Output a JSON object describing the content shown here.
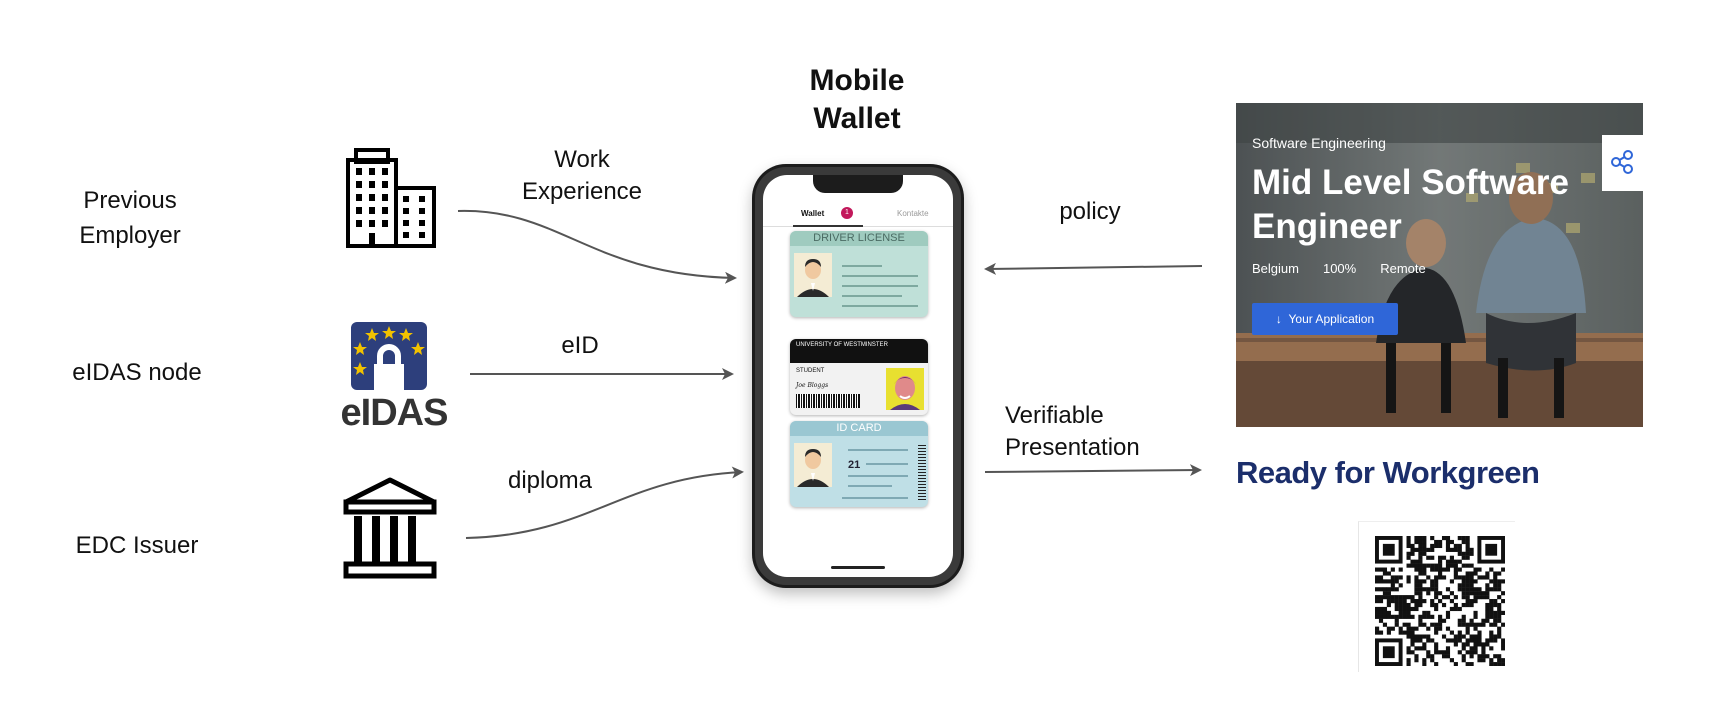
{
  "phone_title": "Mobile Wallet",
  "sources": {
    "previous_employer": "Previous Employer",
    "eidas_node": "eIDAS node",
    "edc_issuer": "EDC Issuer"
  },
  "logos": {
    "eidas_text": "eIDAS"
  },
  "flows": {
    "work_experience": "Work Experience",
    "eid": "eID",
    "diploma": "diploma",
    "policy": "policy",
    "verifiable_presentation": "Verifiable Presentation"
  },
  "wallet": {
    "tab_wallet": "Wallet",
    "badge_count": "1",
    "tab_contacts": "Kontakte",
    "cards": {
      "driver_license": "DRIVER LICENSE",
      "university_name": "UNIVERSITY OF WESTMINSTER",
      "student": "STUDENT",
      "student_name": "Joe Bloggs",
      "id_card": "ID CARD",
      "id_number": "21"
    }
  },
  "job": {
    "category": "Software Engineering",
    "title": "Mid Level Software Engineer",
    "location": "Belgium",
    "workload": "100%",
    "mode": "Remote",
    "button": "Your Application",
    "ready_text": "Ready for Workgreen"
  },
  "colors": {
    "arrow": "#555555",
    "job_button": "#2f66d8",
    "ready_text": "#1b2e6b",
    "eidas_flag": "#2d3f7c",
    "eidas_star": "#f2c200"
  }
}
